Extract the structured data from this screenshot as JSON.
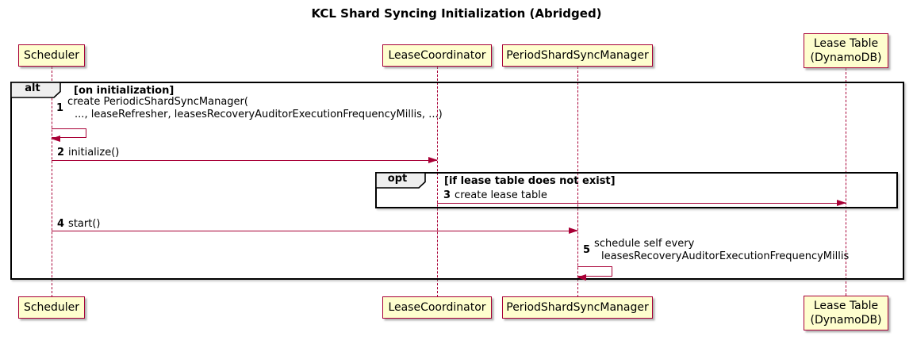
{
  "title": "KCL Shard Syncing Initialization (Abridged)",
  "colors": {
    "participant_fill": "#FEFECE",
    "participant_border": "#A80036",
    "arrow": "#A80036",
    "frame_border": "#000000",
    "frame_label_fill": "#EEEEEE"
  },
  "participants": [
    {
      "name": "Scheduler"
    },
    {
      "name": "LeaseCoordinator"
    },
    {
      "name": "PeriodShardSyncManager"
    },
    {
      "name": "Lease Table\n(DynamoDB)"
    }
  ],
  "frames": {
    "alt": {
      "keyword": "alt",
      "condition": "[on initialization]"
    },
    "opt": {
      "keyword": "opt",
      "condition": "[if lease table does not exist]"
    }
  },
  "messages": [
    {
      "num": "1",
      "line1": "create PeriodicShardSyncManager(",
      "line2": "..., leaseRefresher, leasesRecoveryAuditorExecutionFrequencyMillis, ...)"
    },
    {
      "num": "2",
      "text": "initialize()"
    },
    {
      "num": "3",
      "text": "create lease table"
    },
    {
      "num": "4",
      "text": "start()"
    },
    {
      "num": "5",
      "line1": "schedule self every",
      "line2": "leasesRecoveryAuditorExecutionFrequencyMillis"
    }
  ]
}
